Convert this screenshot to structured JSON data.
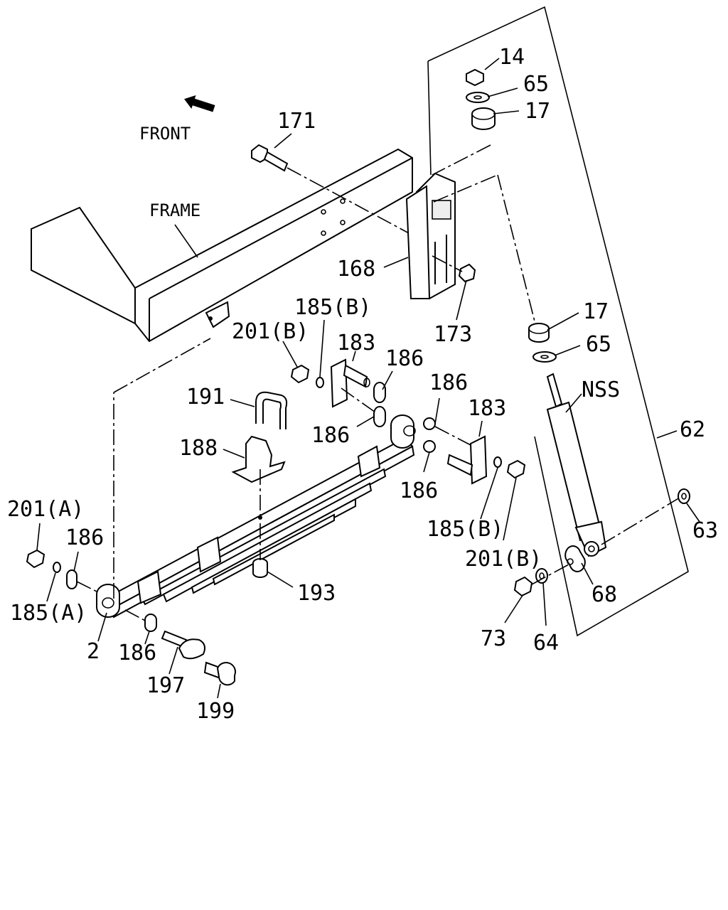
{
  "direction": {
    "label": "FRONT",
    "icon": "front-arrow-icon"
  },
  "frame_label": "FRAME",
  "callouts": {
    "p14": "14",
    "p65_top": "65",
    "p17_top": "17",
    "p171": "171",
    "p168": "168",
    "p173": "173",
    "p17_mid": "17",
    "p65_mid": "65",
    "nss": "NSS",
    "p62": "62",
    "p185b_top": "185(B)",
    "p201b_top": "201(B)",
    "p183_top": "183",
    "p186_a": "186",
    "p186_b": "186",
    "p183_right": "183",
    "p191": "191",
    "p186_c": "186",
    "p188": "188",
    "p186_d": "186",
    "p185b_bot": "185(B)",
    "p201b_bot": "201(B)",
    "p63": "63",
    "p201a": "201(A)",
    "p186_e": "186",
    "p185a": "185(A)",
    "p193": "193",
    "p68": "68",
    "p73": "73",
    "p64": "64",
    "p2": "2",
    "p186_f": "186",
    "p197": "197",
    "p199": "199"
  }
}
